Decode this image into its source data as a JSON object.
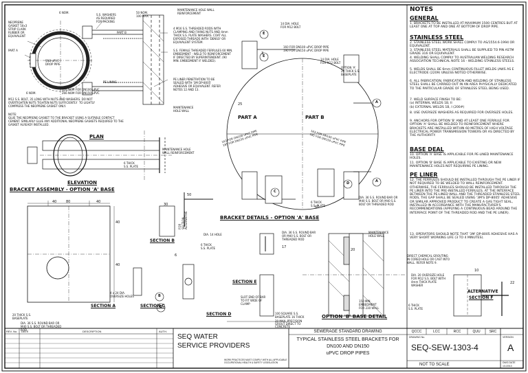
{
  "titles": {
    "plan": "PLAN",
    "elevation": "ELEVATION",
    "bracket_assembly": "BRACKET ASSEMBLY - OPTION 'A' BASE",
    "bracket_details": "BRACKET DETAILS - OPTION 'A' BASE",
    "option_b": "OPTION 'B' BASE DETAIL",
    "part_a": "PART A",
    "part_b": "PART B",
    "section_a": "SECTION",
    "section_b": "SECTION",
    "section_c": "SECTION",
    "section_d": "SECTION",
    "section_e": "SECTION",
    "alternative": "ALTERNATIVE",
    "section_f": "SECTION"
  },
  "section_letters": {
    "a": "A",
    "b": "B",
    "c": "C",
    "d": "D",
    "e": "E",
    "f": "F"
  },
  "labels": {
    "nom6_top": "6 NOM.",
    "nom6_bot": "6 NOM.",
    "washers": "S.S. WASHERS\nAS REQUIRED\nFOR PACKING",
    "max50": "50 NOM.\n100 MAX.",
    "wall_reinf_top": "MAINTENANCE HOLE WALL\nREINFORCEMENT",
    "neoprene": "NEOPRENE\nGASKET 50x3\nSTRIP CLARK\nRUBBER OR\nEQUIVALENT",
    "part_b_small": "PART B",
    "part_a_small": "PART A",
    "pipe_dn": "SN8 uPVC\nDROP PIPE",
    "pe_lining": "PE LINING",
    "nom316": "316 NOM FOR DN100 uPVC\n266 NOM FOR DN150 uPVC",
    "rods_note": "4 M16 S.S. THREADED RODS WITH\nCLAMPING AND FIXING NUTS AND 4mm\nTHICK S.S. PLATE WASHERS. COAT ALL\nEXPOSED THREADS WITH 'DENSO' OR\nEQUIVALENT SYSTEM.",
    "ferrule_note": "S.S. FEMALE THREADED FERRULES 60 MIN.\nEMBEDMENT - WELD TO REINFORCEMENT\nIF DIRECTED BY SUPERINTENDENT. (90\nMIN. EMBEDMENT IF WELDED).",
    "pe_pen_note": "PE LINER PENETRATION TO BE\nSEALED WITH '3M DP-8005'\nADHESIVE OR EQUIVALENT. REFER\nNOTES 12 AND 13.",
    "mh_wall": "MAINTENANCE\nHOLE WALL",
    "bolt_note": "M12 S.S. BOLT, 35 LONG WITH NUTS AND WASHERS. DO NOT\nOVERTIGHTEN NUTS TIGHTEN NUTS SUFFICIENTLY  TO LIGHTLY\nCOMPRESS THE NEOPRENE GASKET ONLY.",
    "glue_note": "NOTE:\nGLUE THE NEOPRENE GASKET TO THE BRACKET USING A SUITABLE CONTACT\nCEMENT. SIMILARLY GLUE ANY ADDITIONAL NEOPRENE GASKETS REQUIRED TO THE\nGASKET ALREADY INSTALLED.",
    "mh_wall_reinf_plan": "MAINTENANCE HOLE\nWALL REINFORCEMENT",
    "plate6": "6 THICK\nS.S. PLATE",
    "hole14": "14 DIA. HOLE\nFOR M12 BOLT",
    "dn100_top": "160 FOR DN100 uPVC DROP PIPE\n190 FOR DN150 uPVC DROP PIPE",
    "hole14_b": "14 DIA. HOLE\nFOR M12 BOLT",
    "opt_a_plate": "OPTION 'A'\n20 THICK S.S.\nBASEPLATE",
    "arc_text_a": "163 FOR DN100 uPVC PIPE\n185 FOR DN150 uPVC PIPE",
    "arc_text_b": "163 FOR DN100 uPVC PIPE\n185 FOR DN150 uPVC PIPE",
    "rod_dia36": "DIA. 36 S.S. ROUND BAR OR\nM40 S.S. BOLT OR M40 S.S.\nBOLT OR THREADED ROD",
    "plate6_b": "6 THICK\nS.S. PLATE",
    "dia14_hole": "DIA. 14 HOLE",
    "plate6_c": "6 THICK\nS.S. PLATE",
    "rod_dia36_d": "DIA. 36 S.S. ROUND BAR\nOR M40 S.S. BOLT OR\nTHREADED ROD",
    "mh_wall_b": "MAINTENANCE\nHOLE WALL",
    "slot_end": "SLOT END OF BAR\nTO FIT WIDE OF\nCLAMP",
    "baseplate20": "20 THICK S.S.\nBASEPLATE",
    "rod_dia36_a": "DIA. 36 S.S. ROUND BAR OR\nM40 S.S. BOLT OR THREADED\nROD",
    "oversize": "4 x 24 DIA.\nOVERSIZE HOLES",
    "baseplate100": "100 SQUARE S.S.\nBASEPLATE 16 THICK",
    "grout20": "20 MAX. PRECISION\nGROUT DIRECT TO\nCONCRETE",
    "min150": "150 MIN.\nEMBEDMENT\nFOR 230 WALL",
    "direct_chem": "DIRECT CHEMICAL GROUTING\nIN CORED HOLE OR CAST INTO\nWALL. REFER NOTE 9.",
    "bolt_dia20": "DIA. 20 OVERSIZE HOLE\nFOR M12 S.S. BOLT WITH\n4mm THICK PLATE\nWASHER",
    "plate6_f": "6 THICK\nS.S. PLATE",
    "for_section_alt": "FOR\nSECTION\nALTERNATIVE"
  },
  "dims": {
    "d40a": "40",
    "d80": "80",
    "d40b": "40",
    "d40c": "40",
    "d30": "30",
    "d50": "50",
    "d40e": "40",
    "d6": "6",
    "d20": "20",
    "d10": "10",
    "d22": "22",
    "d17": "17",
    "d25": "25",
    "d3": "3",
    "d60": "60"
  },
  "notes": {
    "heading": "NOTES",
    "general_h": "GENERAL",
    "general": [
      "1.  BRACKETS TO BE INSTALLED AT MAXIMUM 1500 CENTRES BUT AT LEAST ONE AT TOP AND ONE AT BOTTOM OF DROP PIPE."
    ],
    "ss_h": "STAINLESS STEEL",
    "ss": [
      "2.  STAINLESS STEEL WORK SHALL COMPLY TO AS/1554.6-1994 OR EQUIVALENT.",
      "3.  STAINLESS STEEL MATERIALS SHALL BE SUPPLIED TO PIN ASTM GRADE 316 OR EQUIVALENT.",
      "4.  WELDING SHALL COMPLY TO AUSTRALIAN WELDING RESEARCH ASSOCIATION TECHNICAL NOTE 16 - WELDING STAINLESS STEELS.",
      "5.  WELDS SHALL BE 6mm CONTINUOUS FILLET WELDS (AWS AS E ELECTRODE (2209) UNLESS NOTED OTHERWISE.",
      "6.  ALL FABRICATION, FABRICATION AND WELDING OF STAINLESS STEEL SHALL BE CARRIED OUT IN AN AREA PHYSICALLY DEDICATED TO THE PARTICULAR GRADE OF STAINLESS STEEL BEING USED.",
      "7.  WELD SURFACE FINISH TO BE:\n     (a) INTERNAL WELDS 1B, II\n     (b) EXTERNAL WELDS 1B, I (200#)",
      "8.  USE OVERSIZE WASHERS AS REQUIRED FOR OVERSIZE HOLES.",
      "9.  ANCHORS FOR OPTION 'B' AND AT LEAST ONE FERRULE FOR OPTION 'A' SHALL BE WELDED TO REINFORCEMENT WHERE BRACKETS ARE INSTALLED WITHIN 60 METRES OF HIGH VOLTAGE ELECTRICAL POWER TRANSMISSION TOWERS OR AS DIRECTED BY THE AUTHORITY."
    ],
    "base_h": "BASE DEAL",
    "base": [
      "10. OPTION 'A' BASE IS APPLICABLE FOR PE-LINED MAINTENANCE HOLES.",
      "11. OPTION 'B' BASE IS APPLICABLE TO EXISTING OR NEW MAINTENANCE HOLES NOT REQUIRING PE LINING."
    ],
    "pe_h": "PE LINER",
    "pe": [
      "12. THE FERRULES SHOULD BE INSTALLED THROUGH THE PE LINER IF NOT REQUIRED TO BE WELDED TO WALL REINFORCEMENT. OTHERWISE, THE FERRULES SHOULD BE INSTALLED THROUGH THE PE LINER INTO THE PRE-INSTALLED FERRULES. AT THE INTERFACE BETWEEN THE PE-LINED WALL AND THE THREADED STAINLESS STEEL RODS, THE GAP SHALL BE SEALED USING '3M'S DP-8005' ADHESIVE OR SIMILAR APPROVED PRODUCT TO CREATE A GAS TIGHT SEAL, INSTALLED IN ACCORDANCE WITH THE MANUFACTURER'S RECOMMENDATIONS (APPLYING A CONTINUOUS BEAD AROUND THE INTERFACE POINT OF THE THREADED ROD AND THE PE LINER).",
      "13. OPERATORS SHOULD NOTE THAT '3M' DP-8005 ADHESIVE HAS A VERY SHORT WORKING LIFE (3 TO 4 MINUTES)."
    ]
  },
  "title_block": {
    "rev_no": "REV. No.",
    "date": "DATE",
    "description": "DESCRIPTION",
    "auth": "AUTH.",
    "org_line1": "SEQ WATER",
    "org_line2": "SERVICE PROVIDERS",
    "compliance": "WORK PRACTICES MUST COMPLY WITH ALL APPLICABLE\nOCCUPATIONAL HEALTH & SAFETY LEGISLATION",
    "std_drawing": "SEWERAGE STANDARD DRAWING",
    "title1": "TYPICAL STAINLESS STEEL BRACKETS FOR",
    "title2": "DN100 AND DN150",
    "title3": "uPVC DROP PIPES",
    "councils": [
      "QCCC",
      "LCC",
      "RCC",
      "QUU",
      "SRC"
    ],
    "drawing_no_label": "DRAWING No.",
    "drawing_no": "SEQ-SEW-1303-4",
    "version_label": "VERSION",
    "version": "A",
    "scale": "NOT TO SCALE",
    "dwg_date_label": "DWG DATE",
    "dwg_date": "1/1/2013"
  }
}
